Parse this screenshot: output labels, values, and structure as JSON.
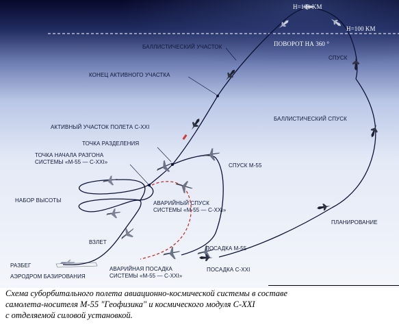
{
  "labels": {
    "h101": "H=101 KM",
    "h100": "H=100 KM",
    "rotation": "ПОВОРОТ НА 360 °",
    "ballistic_section": "БАЛЛИСТИЧЕСКИЙ УЧАСТОК",
    "end_active": "КОНЕЦ АКТИВНОГО УЧАСТКА",
    "descent": "СПУСК",
    "ballistic_descent": "БАЛЛИСТИЧЕСКИЙ СПУСК",
    "active_flight": "АКТИВНЫЙ УЧАСТОК ПОЛЕТА С-XXI",
    "separation_point": "ТОЧКА РАЗДЕЛЕНИЯ",
    "accel_start": "ТОЧКА НАЧАЛА РАЗГОНА\nСИСТЕМЫ «М-55 — С-XXI»",
    "descent_m55": "СПУСК М-55",
    "climb": "НАБОР ВЫСОТЫ",
    "emergency_descent": "АВАРИЙНЫЙ СПУСК\nСИСТЕМЫ «М-55 — С-XXI»",
    "gliding": "ПЛАНИРОВАНИЕ",
    "takeoff": "ВЗЛЕТ",
    "landing_m55": "ПОСАДКА М-55",
    "takeoff_run": "РАЗБЕГ",
    "airfield": "АЭРОДРОМ БАЗИРОВАНИЯ",
    "emergency_landing": "АВАРИЙНАЯ ПОСАДКА\nСИСТЕМЫ «М-55 — С-XXI»",
    "landing_c21": "ПОСАДКА С-XXI"
  },
  "caption": "Схема суборбитального полета авиационно-космической системы в составе\nсамолета-носителя М-55 \"Геофизика\" и космического модуля С-XXI\nс отделяемой силовой установкой."
}
